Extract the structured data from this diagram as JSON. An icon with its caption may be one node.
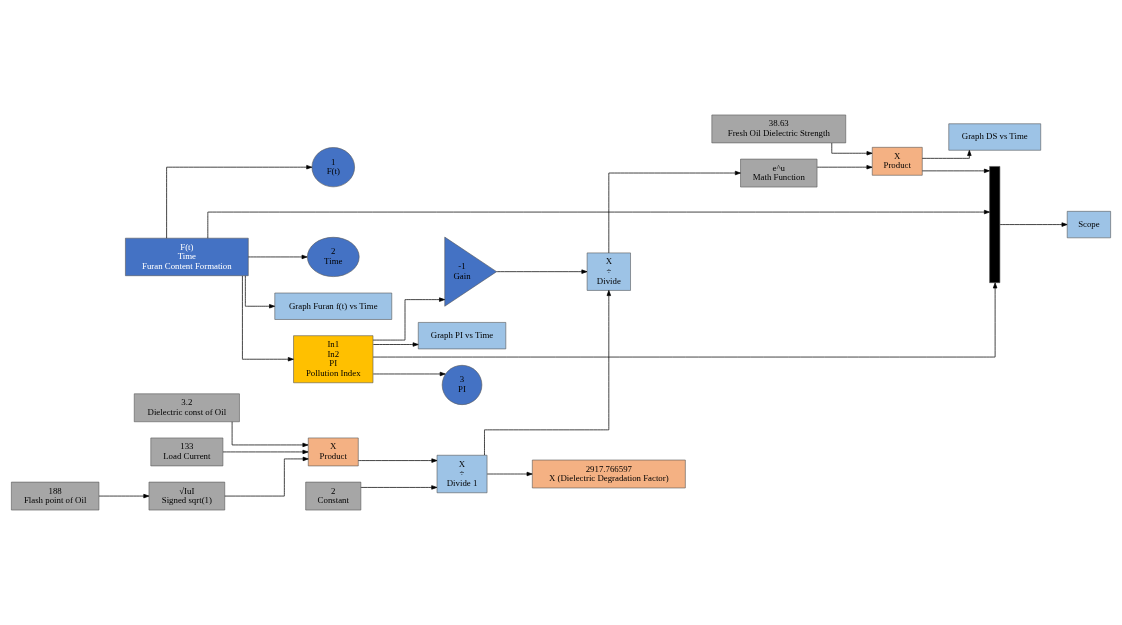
{
  "diagram": {
    "nodes": [
      {
        "text": [
          "F(t)",
          "Time",
          "Furan Content Formation"
        ]
      },
      {
        "text": [
          "1",
          "F(t)"
        ]
      },
      {
        "text": [
          "2",
          "Time"
        ]
      },
      {
        "text": [
          "Graph Furan f(t) vs Time"
        ]
      },
      {
        "text": [
          "In1",
          "In2",
          "PI",
          "Pollution Index"
        ]
      },
      {
        "text": [
          "Graph PI vs Time"
        ]
      },
      {
        "text": [
          "3",
          "PI"
        ]
      },
      {
        "text": [
          "188",
          "Flash point of Oil"
        ]
      },
      {
        "text": [
          "√IuI",
          "Signed sqrt(1)"
        ]
      },
      {
        "text": [
          "3.2",
          "Dielectric const of Oil"
        ]
      },
      {
        "text": [
          "133",
          "Load Current"
        ]
      },
      {
        "text": [
          "X",
          "Product"
        ]
      },
      {
        "text": [
          "2",
          "Constant"
        ]
      },
      {
        "text": [
          "X",
          "÷",
          "Divide 1"
        ]
      },
      {
        "text": [
          "2917.766597",
          "X (Dielectric Degradation Factor)"
        ]
      },
      {
        "text": [
          "-1",
          "Gain"
        ]
      },
      {
        "text": [
          "X",
          "÷",
          "Divide"
        ]
      },
      {
        "text": [
          "e^u",
          "Math Function"
        ]
      },
      {
        "text": [
          "38.63",
          "Fresh Oil Dielectric Strength"
        ]
      },
      {
        "text": [
          "X",
          "Product"
        ]
      },
      {
        "text": [
          "Graph DS vs Time"
        ]
      },
      {
        "text": [],
        "shape": "bar"
      },
      {
        "text": [
          "Scope"
        ]
      }
    ],
    "edges": [
      {
        "from": 0,
        "to": 1,
        "arrow": "to"
      },
      {
        "from": 0,
        "to": 3,
        "arrow": "to"
      },
      {
        "from": 0,
        "to": 21,
        "arrow": "to"
      },
      {
        "from": 0,
        "to": 2,
        "arrow": "to"
      },
      {
        "from": 0,
        "to": 4,
        "arrow": "to"
      },
      {
        "from": 4,
        "to": 5,
        "arrow": "to"
      },
      {
        "from": 4,
        "to": 21,
        "arrow": "to"
      },
      {
        "from": 4,
        "to": 6,
        "arrow": "to"
      },
      {
        "from": 4,
        "to": 15,
        "arrow": "to"
      },
      {
        "from": 7,
        "to": 8,
        "arrow": "to"
      },
      {
        "from": 8,
        "to": 11,
        "arrow": "to"
      },
      {
        "from": 9,
        "to": 11,
        "arrow": "to"
      },
      {
        "from": 10,
        "to": 11,
        "arrow": "to"
      },
      {
        "from": 11,
        "to": 13,
        "arrow": "to"
      },
      {
        "from": 12,
        "to": 13,
        "arrow": "to"
      },
      {
        "from": 13,
        "to": 14,
        "arrow": "to"
      },
      {
        "from": 13,
        "to": 16,
        "arrow": "to"
      },
      {
        "from": 15,
        "to": 16,
        "arrow": "to"
      },
      {
        "from": 16,
        "to": 17,
        "arrow": "to"
      },
      {
        "from": 17,
        "to": 19,
        "arrow": "to"
      },
      {
        "from": 18,
        "to": 19,
        "arrow": "to"
      },
      {
        "from": 19,
        "to": 21,
        "arrow": "to"
      },
      {
        "from": 19,
        "to": 20,
        "arrow": "to"
      },
      {
        "from": 21,
        "to": 22,
        "arrow": "to"
      }
    ]
  }
}
